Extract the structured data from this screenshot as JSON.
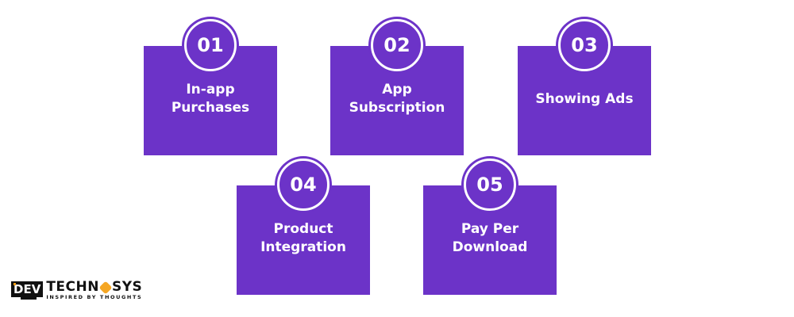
{
  "colors": {
    "card": "#6c33c8",
    "text": "#ffffff",
    "background": "#ffffff",
    "logo_accent": "#f5a623"
  },
  "items": [
    {
      "number": "01",
      "line1": "In-app",
      "line2": "Purchases"
    },
    {
      "number": "02",
      "line1": "App",
      "line2": "Subscription"
    },
    {
      "number": "03",
      "line1": "Showing Ads",
      "line2": ""
    },
    {
      "number": "04",
      "line1": "Product",
      "line2": "Integration"
    },
    {
      "number": "05",
      "line1": "Pay Per",
      "line2": "Download"
    }
  ],
  "logo": {
    "dev": "DEV",
    "main_left": "TECHN",
    "main_right": "SYS",
    "tagline": "INSPIRED BY THOUGHTS"
  }
}
